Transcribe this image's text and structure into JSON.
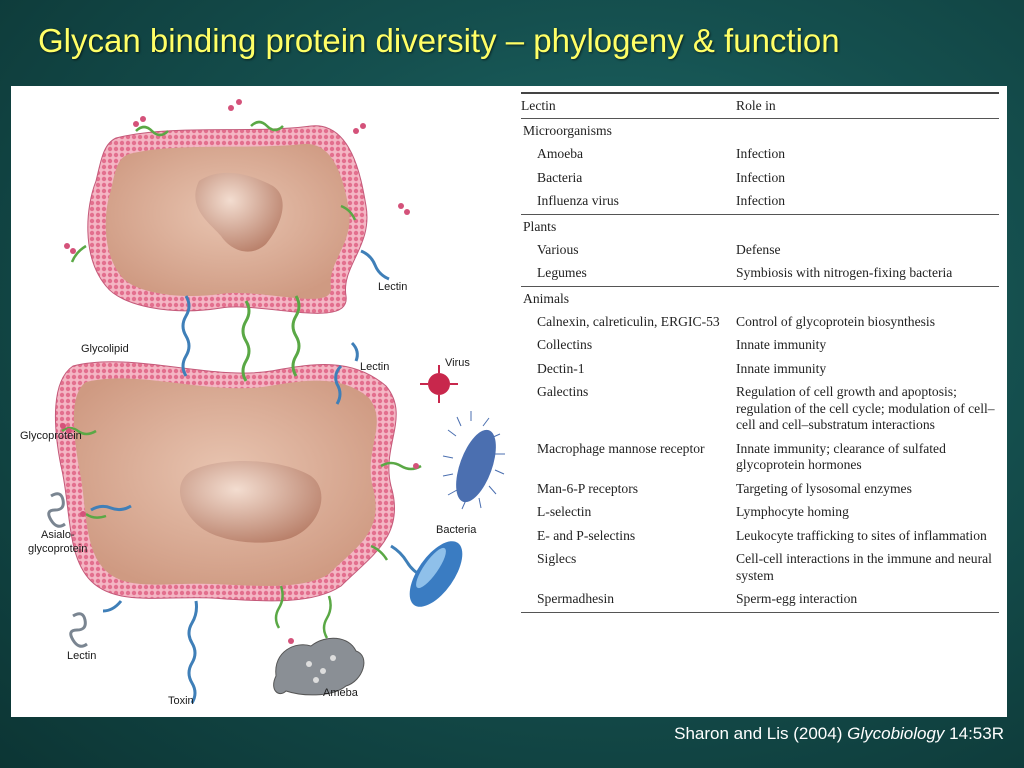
{
  "title": "Glycan binding protein diversity – phylogeny & function",
  "diagram": {
    "labels": {
      "lectin_top": "Lectin",
      "glycolipid": "Glycolipid",
      "lectin_mid": "Lectin",
      "virus": "Virus",
      "glycoprotein": "Glycoprotein",
      "bacteria": "Bacteria",
      "asialo_line1": "Asialo-",
      "asialo_line2": "glycoprotein",
      "lectin_bottom": "Lectin",
      "toxin": "Toxin",
      "ameba": "Ameba"
    }
  },
  "table": {
    "header": {
      "col1": "Lectin",
      "col2": "Role in"
    },
    "groups": [
      {
        "label": "Microorganisms",
        "rows": [
          {
            "lectin": "Amoeba",
            "role": "Infection"
          },
          {
            "lectin": "Bacteria",
            "role": "Infection"
          },
          {
            "lectin": "Influenza virus",
            "role": "Infection"
          }
        ]
      },
      {
        "label": "Plants",
        "rows": [
          {
            "lectin": "Various",
            "role": "Defense"
          },
          {
            "lectin": "Legumes",
            "role": "Symbiosis with nitrogen-fixing bacteria"
          }
        ]
      },
      {
        "label": "Animals",
        "rows": [
          {
            "lectin": "Calnexin, calreticulin, ERGIC-53",
            "role": "Control of glycoprotein biosynthesis"
          },
          {
            "lectin": "Collectins",
            "role": "Innate immunity"
          },
          {
            "lectin": "Dectin-1",
            "role": "Innate immunity"
          },
          {
            "lectin": "Galectins",
            "role": "Regulation of cell growth and apoptosis; regulation of the cell cycle; modulation of cell–cell and cell–substratum interactions"
          },
          {
            "lectin": "Macrophage mannose receptor",
            "role": "Innate immunity; clearance of sulfated glycoprotein hormones"
          },
          {
            "lectin": "Man-6-P receptors",
            "role": "Targeting of lysosomal enzymes"
          },
          {
            "lectin": "L-selectin",
            "role": "Lymphocyte homing"
          },
          {
            "lectin": "E- and P-selectins",
            "role": "Leukocyte trafficking to sites of inflammation"
          },
          {
            "lectin": "Siglecs",
            "role": "Cell-cell interactions in the immune and neural system"
          },
          {
            "lectin": "Spermadhesin",
            "role": "Sperm-egg interaction"
          }
        ]
      }
    ]
  },
  "citation": {
    "authors": "Sharon and Lis (2004)",
    "journal": "Glycobiology",
    "ref": "14:53R"
  },
  "colors": {
    "title": "#ffff66",
    "membrane": "#e88aa0",
    "cytoplasm": "#d9ab95",
    "nucleus": "#c99078",
    "lectin_blue": "#3f7fb8",
    "glyco_green": "#5aa845"
  }
}
